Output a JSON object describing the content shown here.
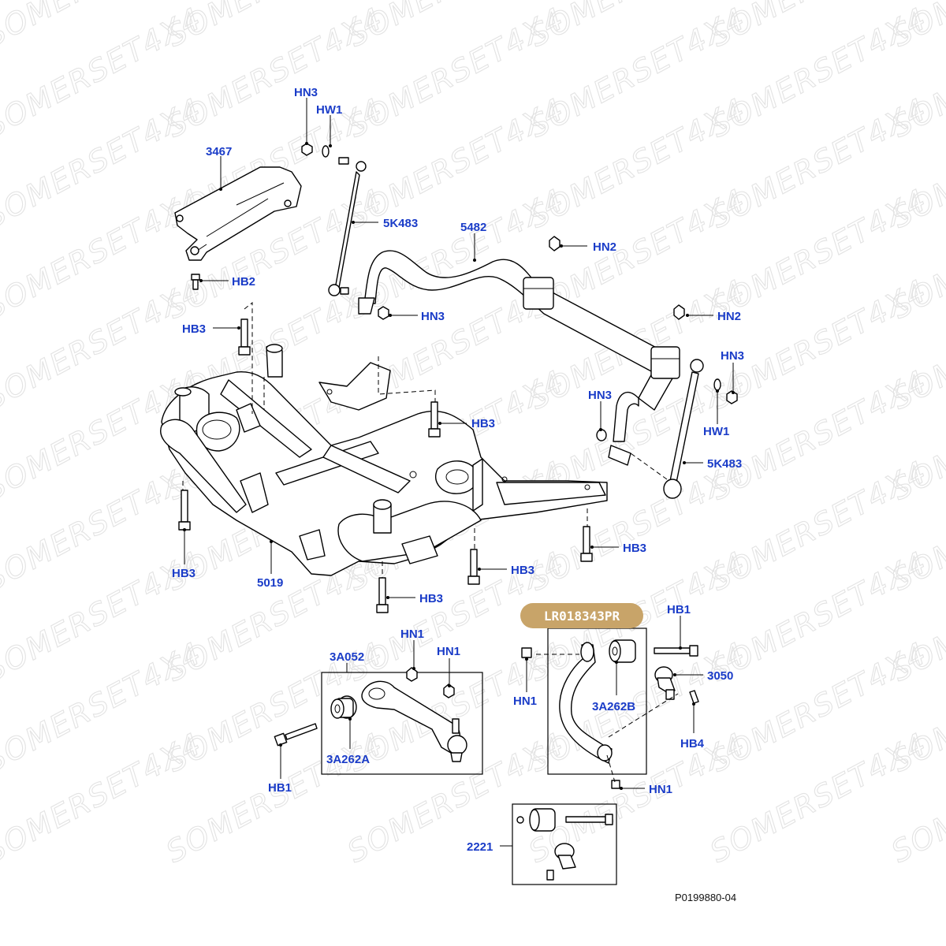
{
  "watermark": "SOMERSET4X4",
  "highlight_part_number": "LR018343PR",
  "reference": "P0199880-04",
  "labels": {
    "hn3_top": "HN3",
    "hw1_top": "HW1",
    "l3467": "3467",
    "l5k483_top": "5K483",
    "l5482": "5482",
    "hn2_a": "HN2",
    "hb2": "HB2",
    "hn3_mid": "HN3",
    "hn2_b": "HN2",
    "hb3_a": "HB3",
    "hn3_right": "HN3",
    "hn3_right2": "HN3",
    "hb3_b": "HB3",
    "hw1_right": "HW1",
    "l5k483_right": "5K483",
    "hb3_c": "HB3",
    "l5019": "5019",
    "hb3_d": "HB3",
    "hb3_e": "HB3",
    "hb3_f": "HB3",
    "hb1_top": "HB1",
    "hn1_a": "HN1",
    "l3a052": "3A052",
    "hn1_b": "HN1",
    "l3050": "3050",
    "hn1_c": "HN1",
    "l3a262b": "3A262B",
    "hb4": "HB4",
    "l3a262a": "3A262A",
    "hb1_left": "HB1",
    "hn1_d": "HN1",
    "l2221": "2221"
  }
}
